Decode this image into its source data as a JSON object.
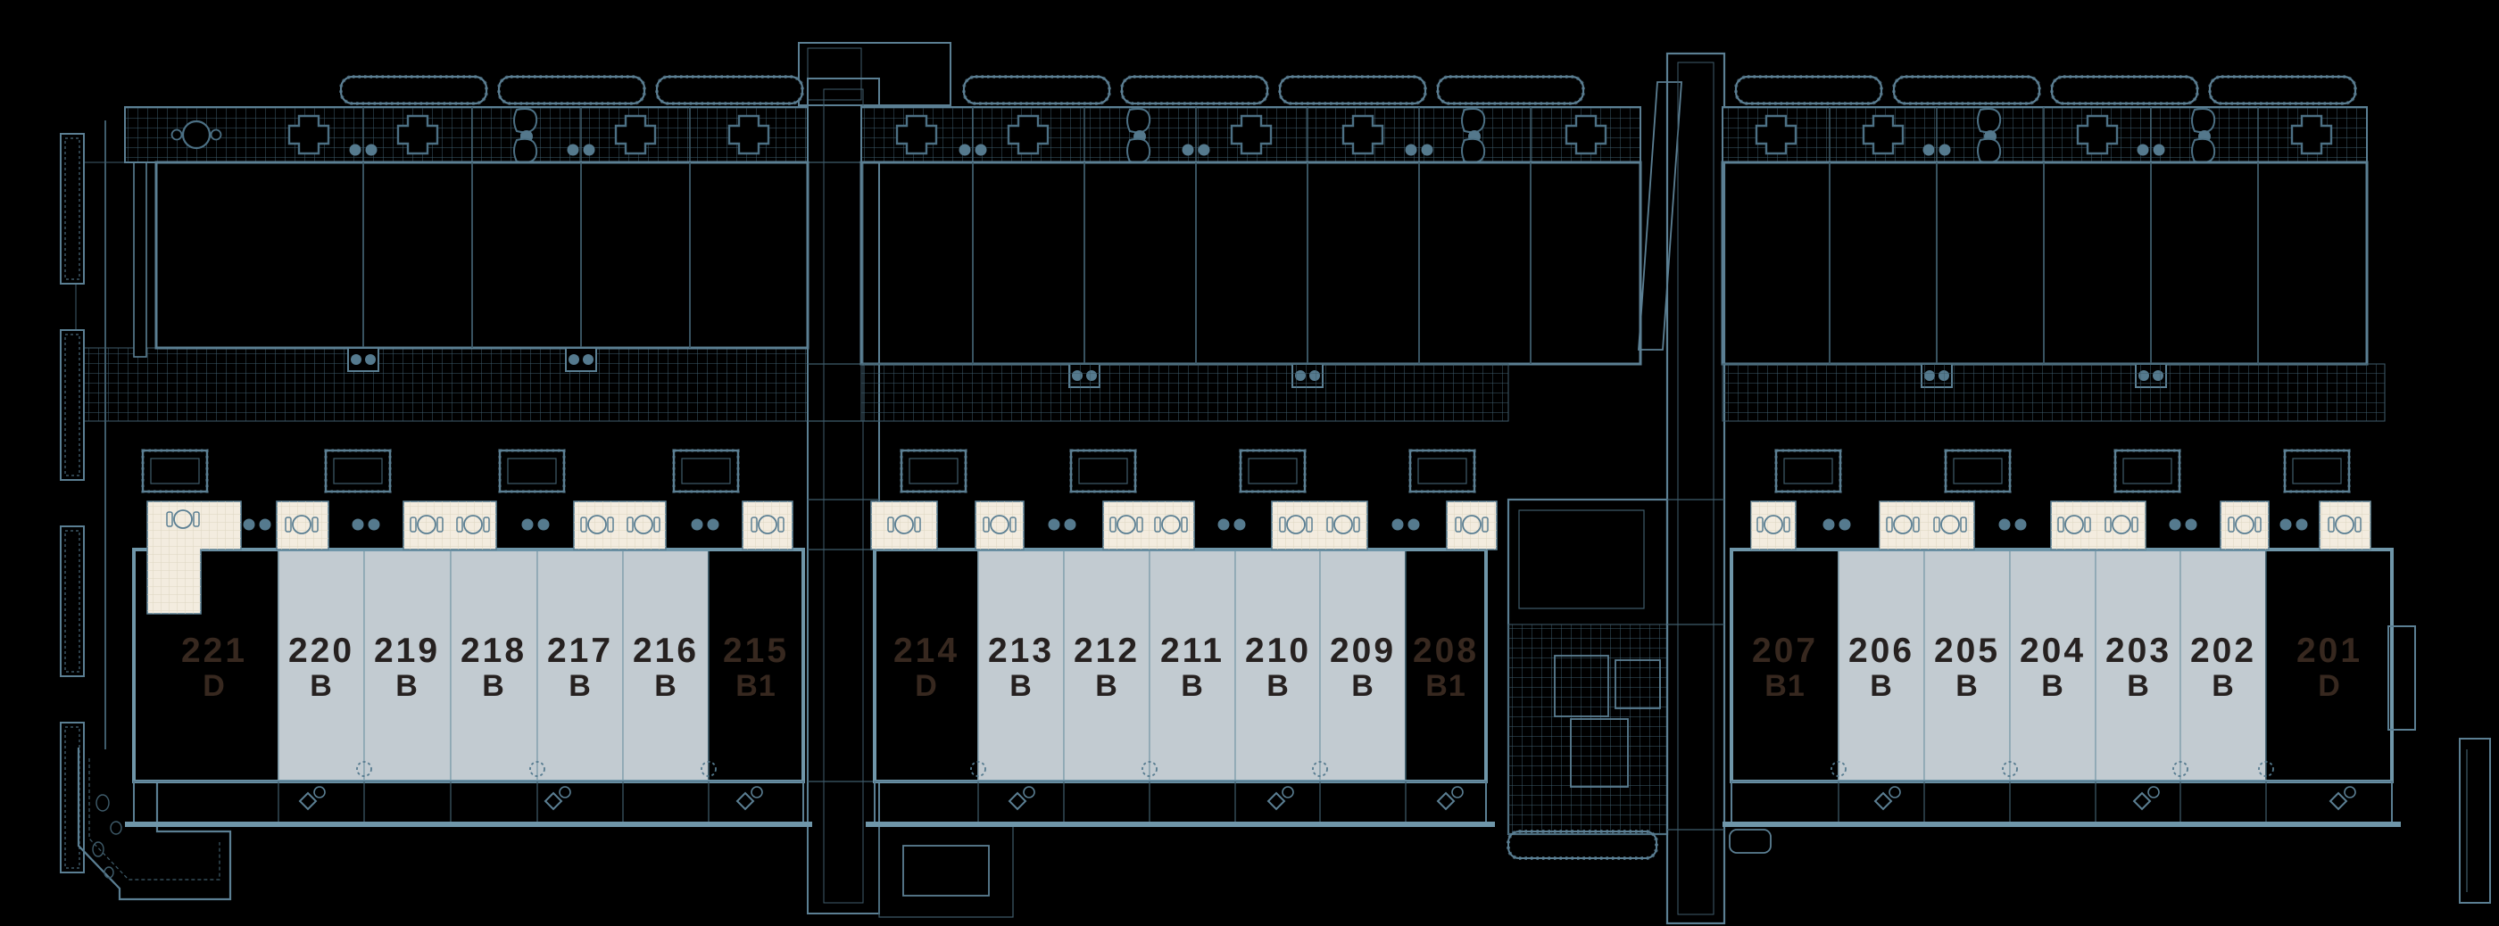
{
  "floorplan": {
    "labels_visible": [
      "unit numbers",
      "unit types"
    ],
    "level_range": "201-221"
  },
  "units": [
    {
      "number": "221",
      "type": "D",
      "highlighted": false
    },
    {
      "number": "220",
      "type": "B",
      "highlighted": true
    },
    {
      "number": "219",
      "type": "B",
      "highlighted": true
    },
    {
      "number": "218",
      "type": "B",
      "highlighted": true
    },
    {
      "number": "217",
      "type": "B",
      "highlighted": true
    },
    {
      "number": "216",
      "type": "B",
      "highlighted": true
    },
    {
      "number": "215",
      "type": "B1",
      "highlighted": false
    },
    {
      "number": "214",
      "type": "D",
      "highlighted": false
    },
    {
      "number": "213",
      "type": "B",
      "highlighted": true
    },
    {
      "number": "212",
      "type": "B",
      "highlighted": true
    },
    {
      "number": "211",
      "type": "B",
      "highlighted": true
    },
    {
      "number": "210",
      "type": "B",
      "highlighted": true
    },
    {
      "number": "209",
      "type": "B",
      "highlighted": true
    },
    {
      "number": "208",
      "type": "B1",
      "highlighted": false
    },
    {
      "number": "207",
      "type": "B1",
      "highlighted": false
    },
    {
      "number": "206",
      "type": "B",
      "highlighted": true
    },
    {
      "number": "205",
      "type": "B",
      "highlighted": true
    },
    {
      "number": "204",
      "type": "B",
      "highlighted": true
    },
    {
      "number": "203",
      "type": "B",
      "highlighted": true
    },
    {
      "number": "202",
      "type": "B",
      "highlighted": true
    },
    {
      "number": "201",
      "type": "D",
      "highlighted": false
    }
  ],
  "colors": {
    "background": "#000000",
    "blueprint_line": "#5b7f93",
    "highlighted_unit_fill": "#c2cbd1",
    "patio_fill": "#f3ecdf",
    "highlighted_label": "#262120",
    "dimmed_label": "#37281f"
  }
}
